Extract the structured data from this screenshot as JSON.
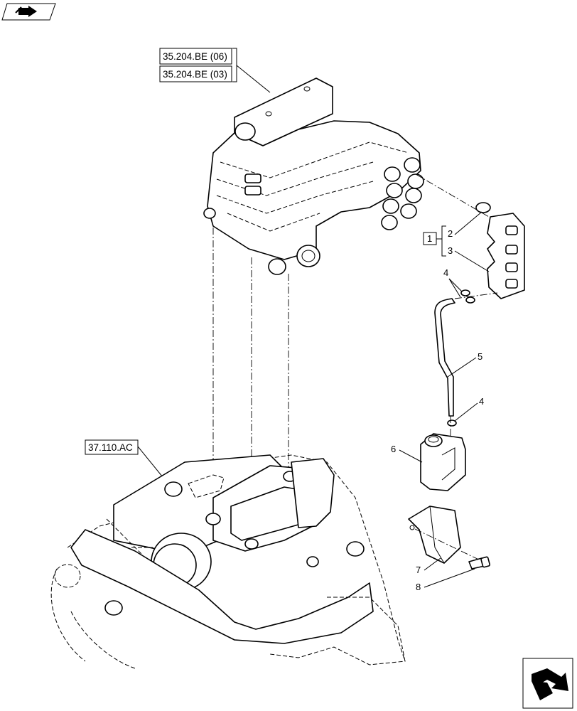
{
  "references": {
    "ref_top_1": "35.204.BE (06)",
    "ref_top_2": "35.204.BE (03)",
    "ref_housing": "37.110.AC"
  },
  "group_label": "1",
  "callouts": {
    "c2": "2",
    "c3": "3",
    "c4a": "4",
    "c5": "5",
    "c4b": "4",
    "c6": "6",
    "c7": "7",
    "c8": "8"
  },
  "icons": {
    "corner_tl": "book-with-arrow-icon",
    "corner_br": "page-navigation-arrow-icon"
  }
}
